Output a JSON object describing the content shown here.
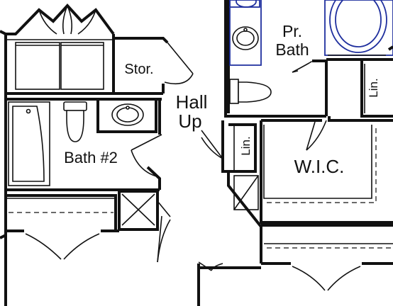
{
  "rooms": {
    "storage": "Stor.",
    "hall": "Hall",
    "hall_direction": "Up",
    "bath2": "Bath #2",
    "primary_bath_line1": "Pr.",
    "primary_bath_line2": "Bath",
    "linen_left": "Lin.",
    "linen_right": "Lin.",
    "walk_in_closet": "W.I.C."
  },
  "colors": {
    "walls": "#111111",
    "primary_bath_fixtures": "#1f2f9e",
    "background": "#ffffff"
  }
}
